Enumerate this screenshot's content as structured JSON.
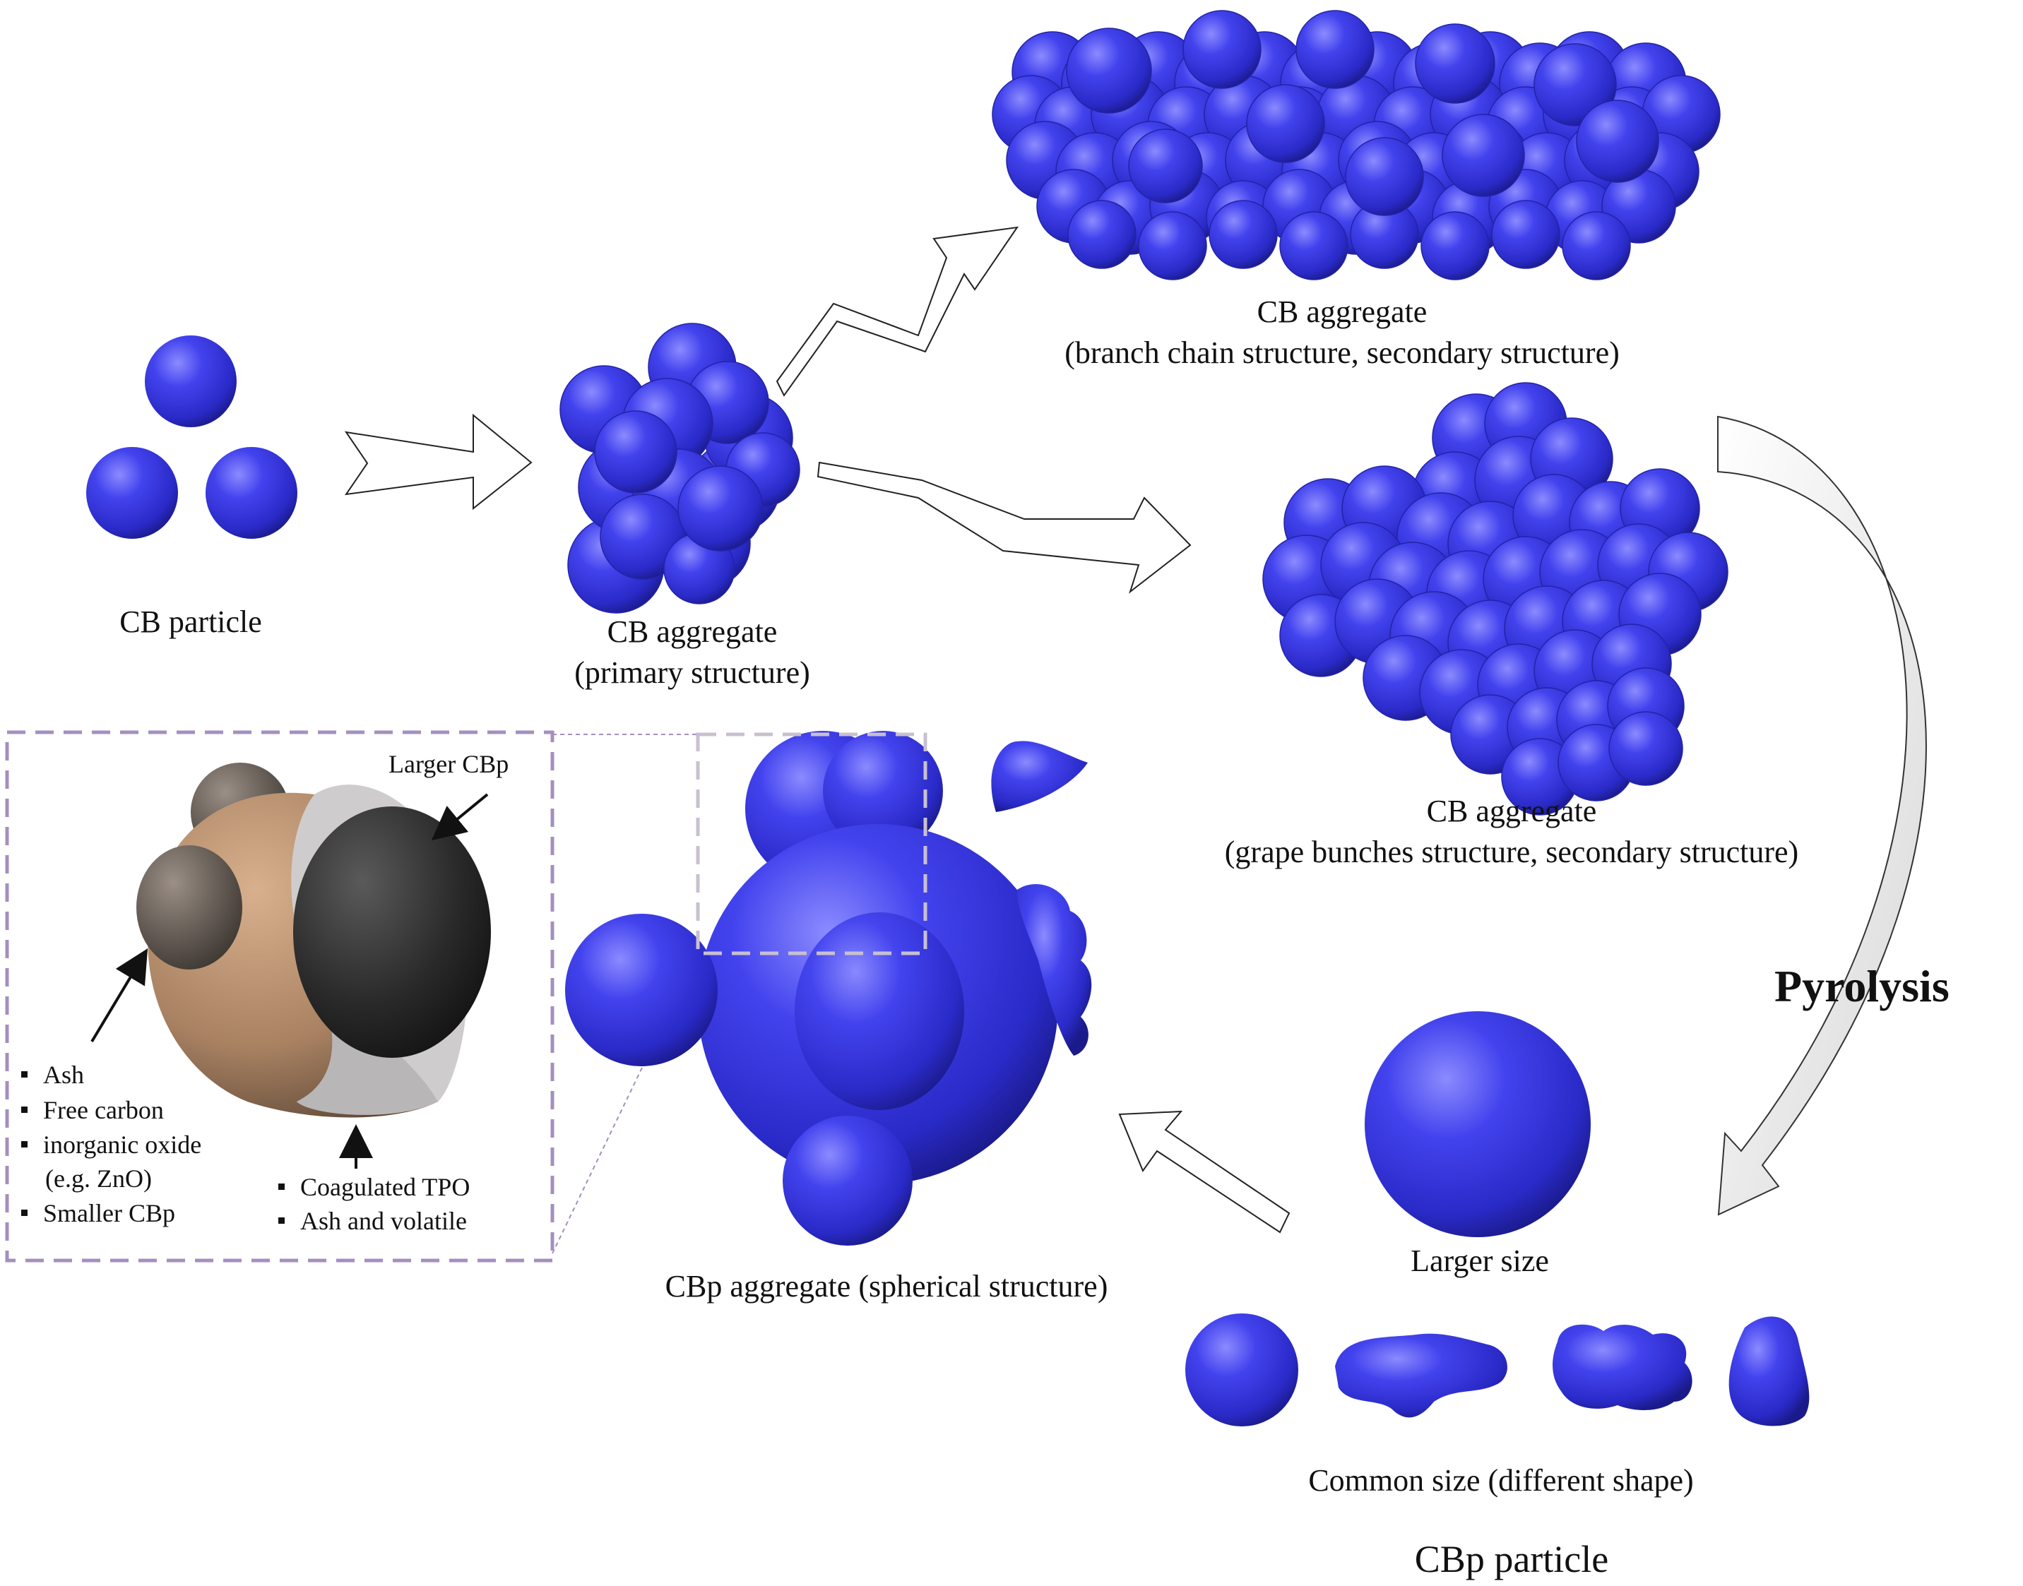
{
  "labels": {
    "cb_particle": "CB particle",
    "primary_line1": "CB aggregate",
    "primary_line2": "(primary structure)",
    "branch_line1": "CB aggregate",
    "branch_line2": "(branch chain structure, secondary structure)",
    "grape_line1": "CB aggregate",
    "grape_line2": "(grape bunches structure, secondary structure)",
    "pyrolysis": "Pyrolysis",
    "larger_size": "Larger size",
    "common_size": "Common size (different shape)",
    "cbp_particle": "CBp particle",
    "cbp_aggregate": "CBp aggregate (spherical structure)",
    "larger_cbp": "Larger CBp"
  },
  "inset": {
    "left_items": [
      "Ash",
      "Free carbon",
      "inorganic oxide",
      "(e.g. ZnO)",
      "Smaller CBp"
    ],
    "right_items": [
      "Coagulated TPO",
      "Ash and volatile"
    ]
  },
  "colors": {
    "sphere": "#3b3be8",
    "sphere_dark": "#1d1d9a",
    "inset_border": "#a48fc0",
    "shell": "#b88f6e",
    "core": "#2a2a2a"
  }
}
